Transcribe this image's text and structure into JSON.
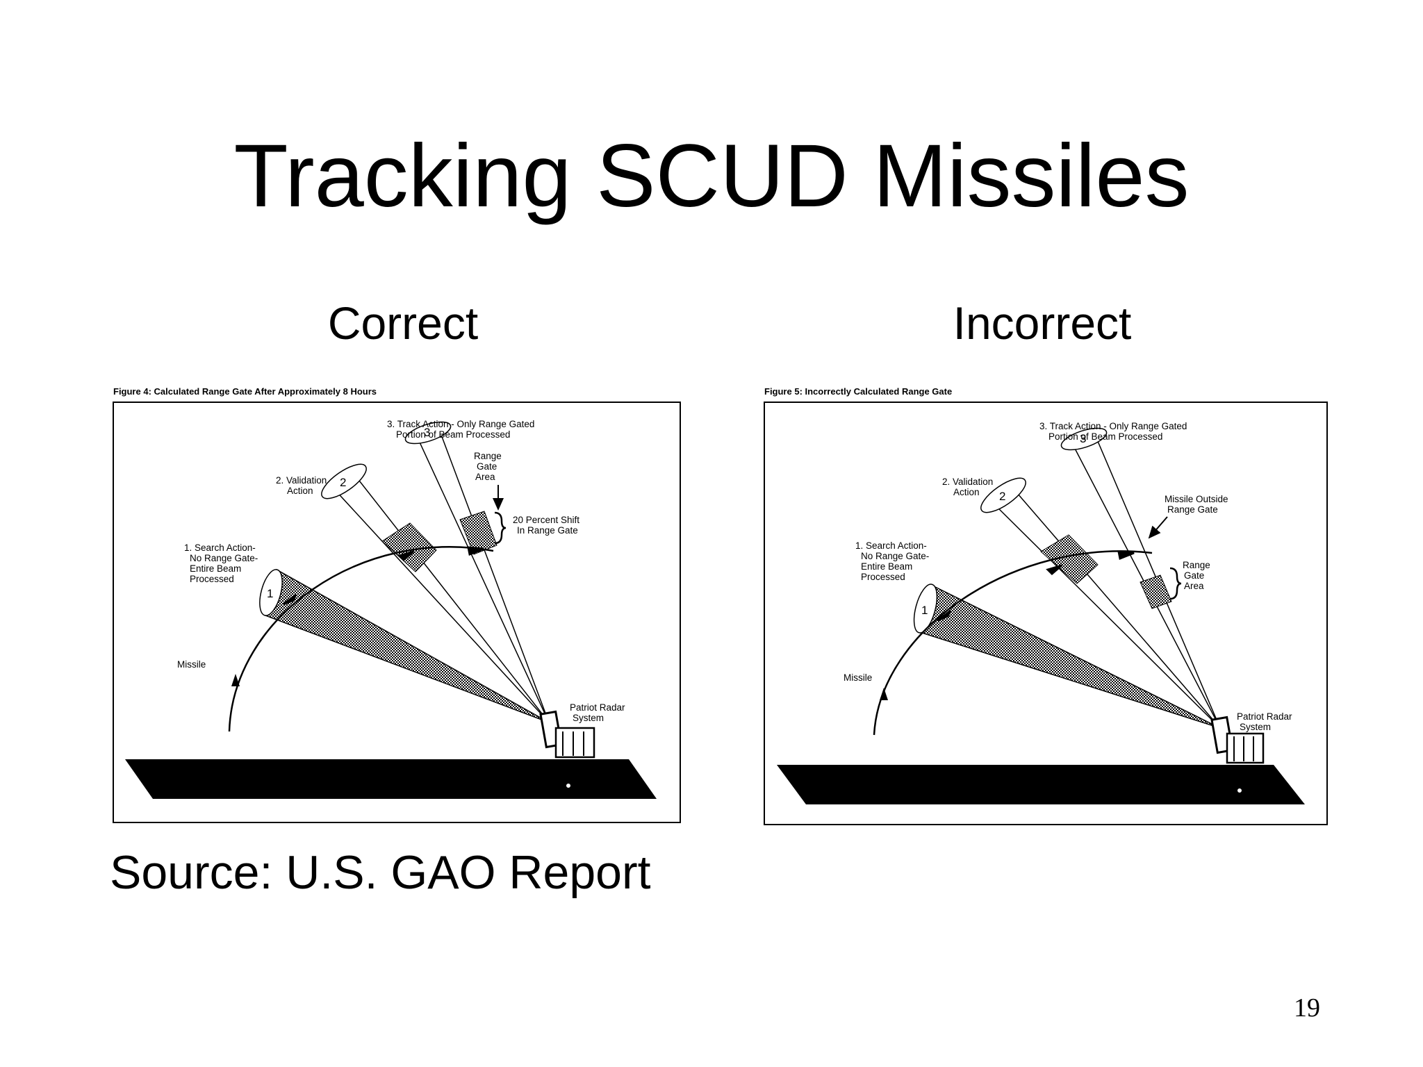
{
  "slide": {
    "title": "Tracking SCUD Missiles",
    "source": "Source: U.S. GAO Report",
    "page_number": "19"
  },
  "correct": {
    "heading": "Correct",
    "figure_caption": "Figure 4: Calculated Range Gate After Approximately 8 Hours",
    "labels": {
      "search": [
        "1. Search Action-",
        "No Range Gate-",
        "Entire Beam",
        "Processed"
      ],
      "validation": [
        "2. Validation",
        "Action"
      ],
      "track": [
        "3. Track Action - Only Range Gated",
        "Portion of Beam Processed"
      ],
      "range_gate_area": [
        "Range",
        "Gate",
        "Area"
      ],
      "shift": [
        "20 Percent Shift",
        "In Range Gate"
      ],
      "missile": "Missile",
      "radar": [
        "Patriot Radar",
        "System"
      ],
      "beam_numbers": [
        "1",
        "2",
        "3"
      ]
    }
  },
  "incorrect": {
    "heading": "Incorrect",
    "figure_caption": "Figure 5: Incorrectly Calculated Range Gate",
    "labels": {
      "search": [
        "1. Search Action-",
        "No Range Gate-",
        "Entire Beam",
        "Processed"
      ],
      "validation": [
        "2. Validation",
        "Action"
      ],
      "track": [
        "3. Track Action - Only Range Gated",
        "Portion of Beam Processed"
      ],
      "outside": [
        "Missile Outside",
        "Range Gate"
      ],
      "range_gate_area": [
        "Range",
        "Gate",
        "Area"
      ],
      "missile": "Missile",
      "radar": [
        "Patriot Radar",
        "System"
      ],
      "beam_numbers": [
        "1",
        "2",
        "3"
      ]
    }
  }
}
